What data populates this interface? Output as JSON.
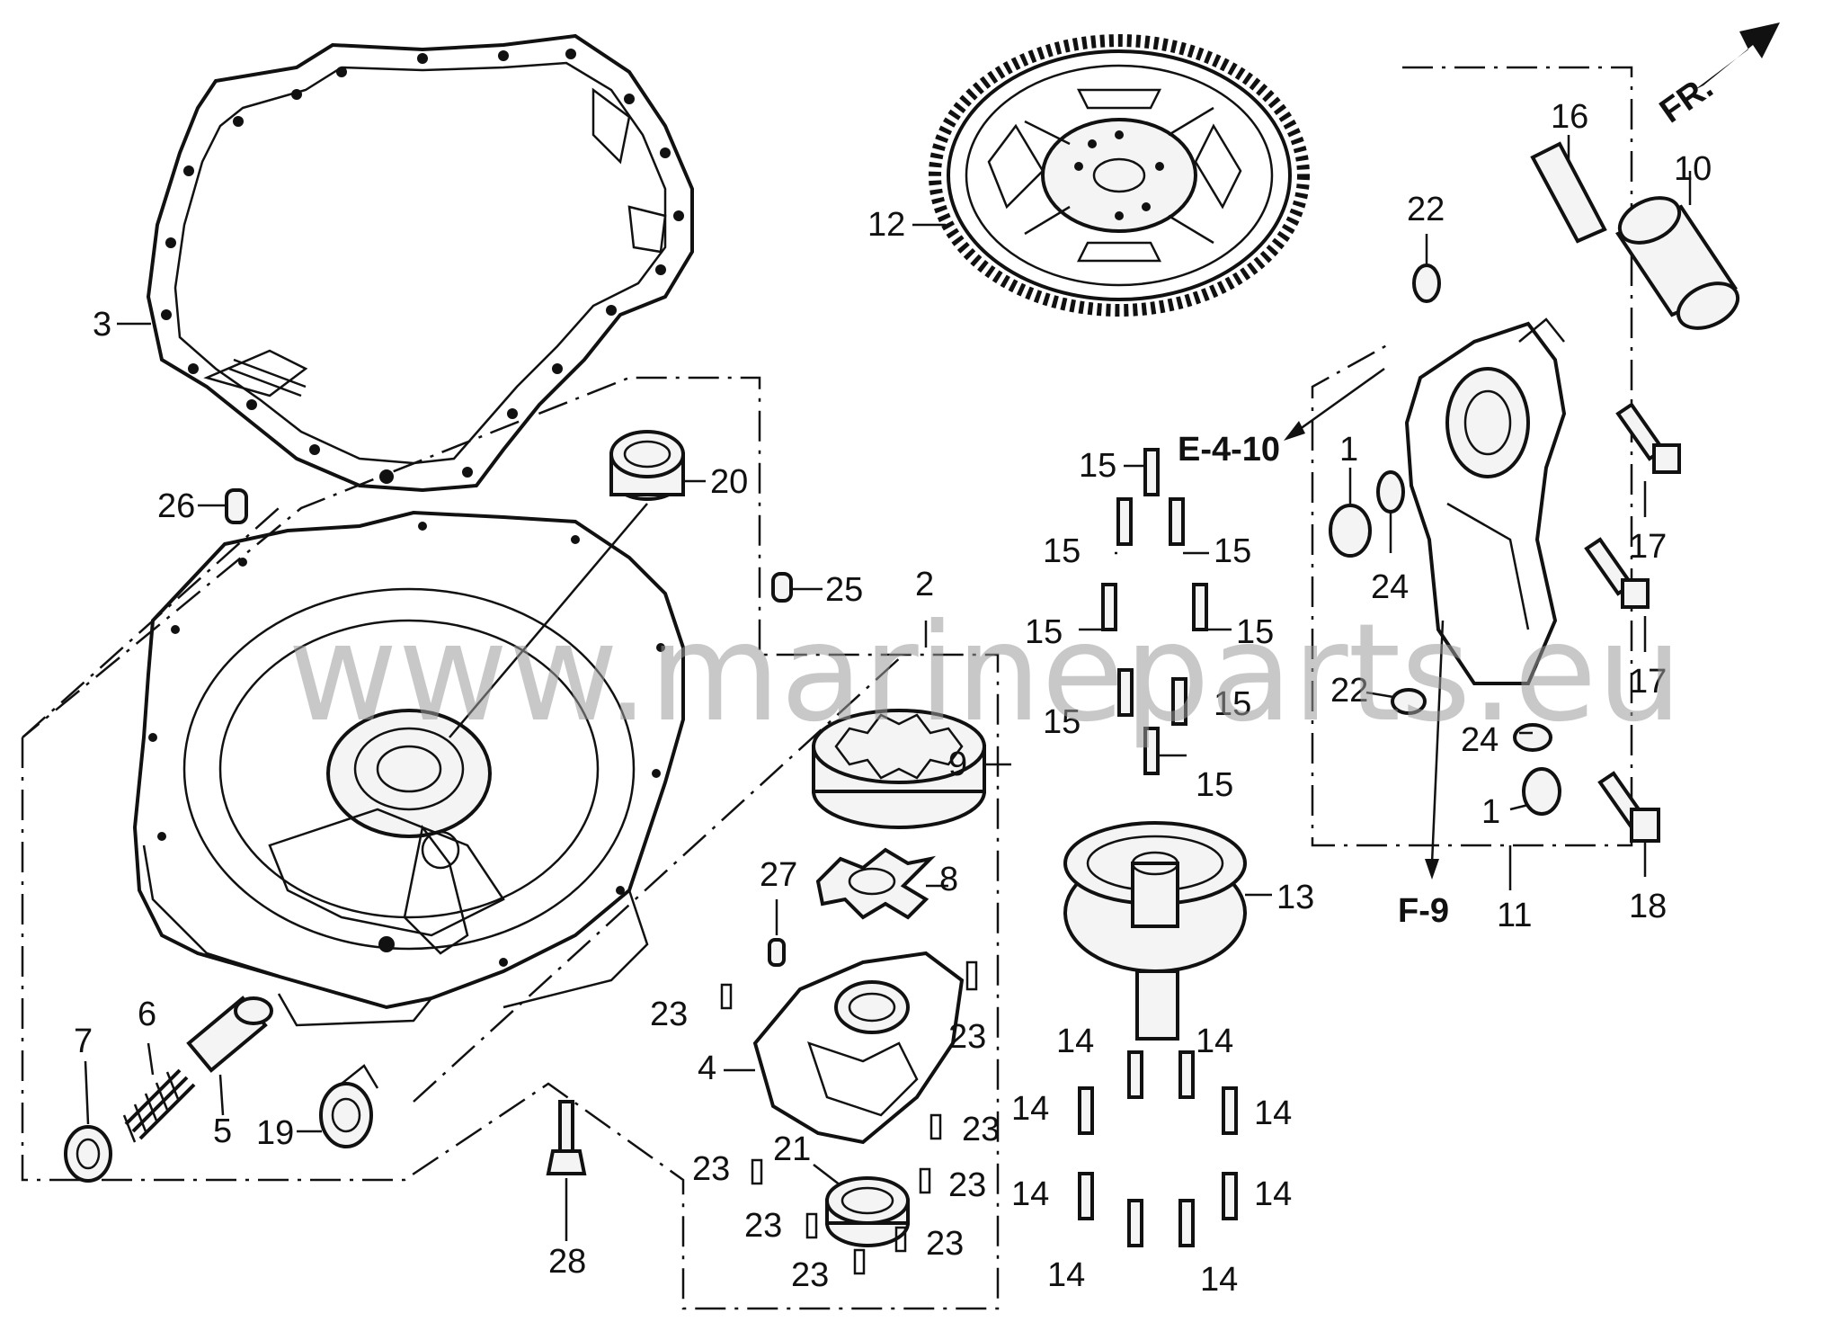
{
  "watermark": "www.marineparts.eu",
  "direction": {
    "label": "FR."
  },
  "references": {
    "e4_10": "E-4-10",
    "f9": "F-9"
  },
  "labels": {
    "p1a": "1",
    "p1b": "1",
    "p2": "2",
    "p3": "3",
    "p4": "4",
    "p5": "5",
    "p6": "6",
    "p7": "7",
    "p8": "8",
    "p9": "9",
    "p10": "10",
    "p11": "11",
    "p12": "12",
    "p13": "13",
    "p14a": "14",
    "p14b": "14",
    "p14c": "14",
    "p14d": "14",
    "p14e": "14",
    "p14f": "14",
    "p14g": "14",
    "p14h": "14",
    "p15a": "15",
    "p15b": "15",
    "p15c": "15",
    "p15d": "15",
    "p15e": "15",
    "p15f": "15",
    "p15g": "15",
    "p15h": "15",
    "p16": "16",
    "p17a": "17",
    "p17b": "17",
    "p18": "18",
    "p19": "19",
    "p20": "20",
    "p21": "21",
    "p22a": "22",
    "p22b": "22",
    "p23a": "23",
    "p23b": "23",
    "p23c": "23",
    "p23d": "23",
    "p23e": "23",
    "p23f": "23",
    "p23g": "23",
    "p23h": "23",
    "p24a": "24",
    "p24b": "24",
    "p25": "25",
    "p26": "26",
    "p27": "27",
    "p28": "28"
  },
  "colors": {
    "line": "#111111",
    "watermark": "#9a9a9a",
    "background": "#ffffff"
  }
}
